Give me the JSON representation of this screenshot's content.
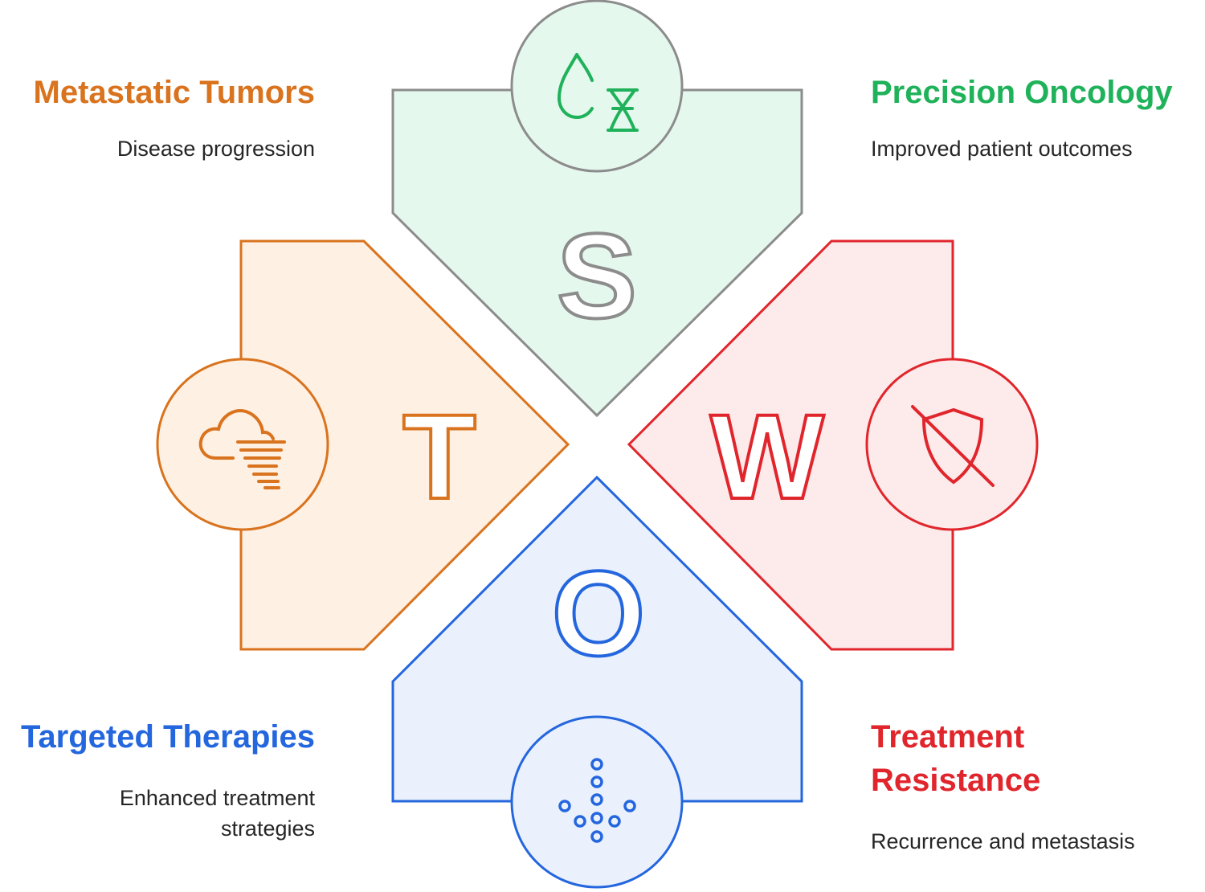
{
  "letters": {
    "s": "S",
    "w": "W",
    "o": "O",
    "t": "T"
  },
  "blocks": {
    "top_left": {
      "title": "Metastatic Tumors",
      "desc": "Disease progression"
    },
    "top_right": {
      "title": "Precision Oncology",
      "desc": "Improved patient outcomes"
    },
    "bottom_left": {
      "title": "Targeted Therapies",
      "desc_line1": "Enhanced treatment",
      "desc_line2": "strategies"
    },
    "bottom_right": {
      "title_line1": "Treatment",
      "title_line2": "Resistance",
      "desc": "Recurrence and metastasis"
    }
  },
  "icons": {
    "s": "drop-dna-icon",
    "w": "broken-shield-icon",
    "o": "dots-arrow-down-icon",
    "t": "cloud-storm-icon"
  },
  "colors": {
    "green": "#1fb25a",
    "green_fill": "#e5f8ee",
    "red": "#e0262c",
    "red_fill": "#fdeaea",
    "blue": "#2466de",
    "blue_fill": "#eaf1fc",
    "orange": "#d9731e",
    "orange_fill": "#fef0e3",
    "grey": "#8c8c8c",
    "desc": "#262626"
  }
}
